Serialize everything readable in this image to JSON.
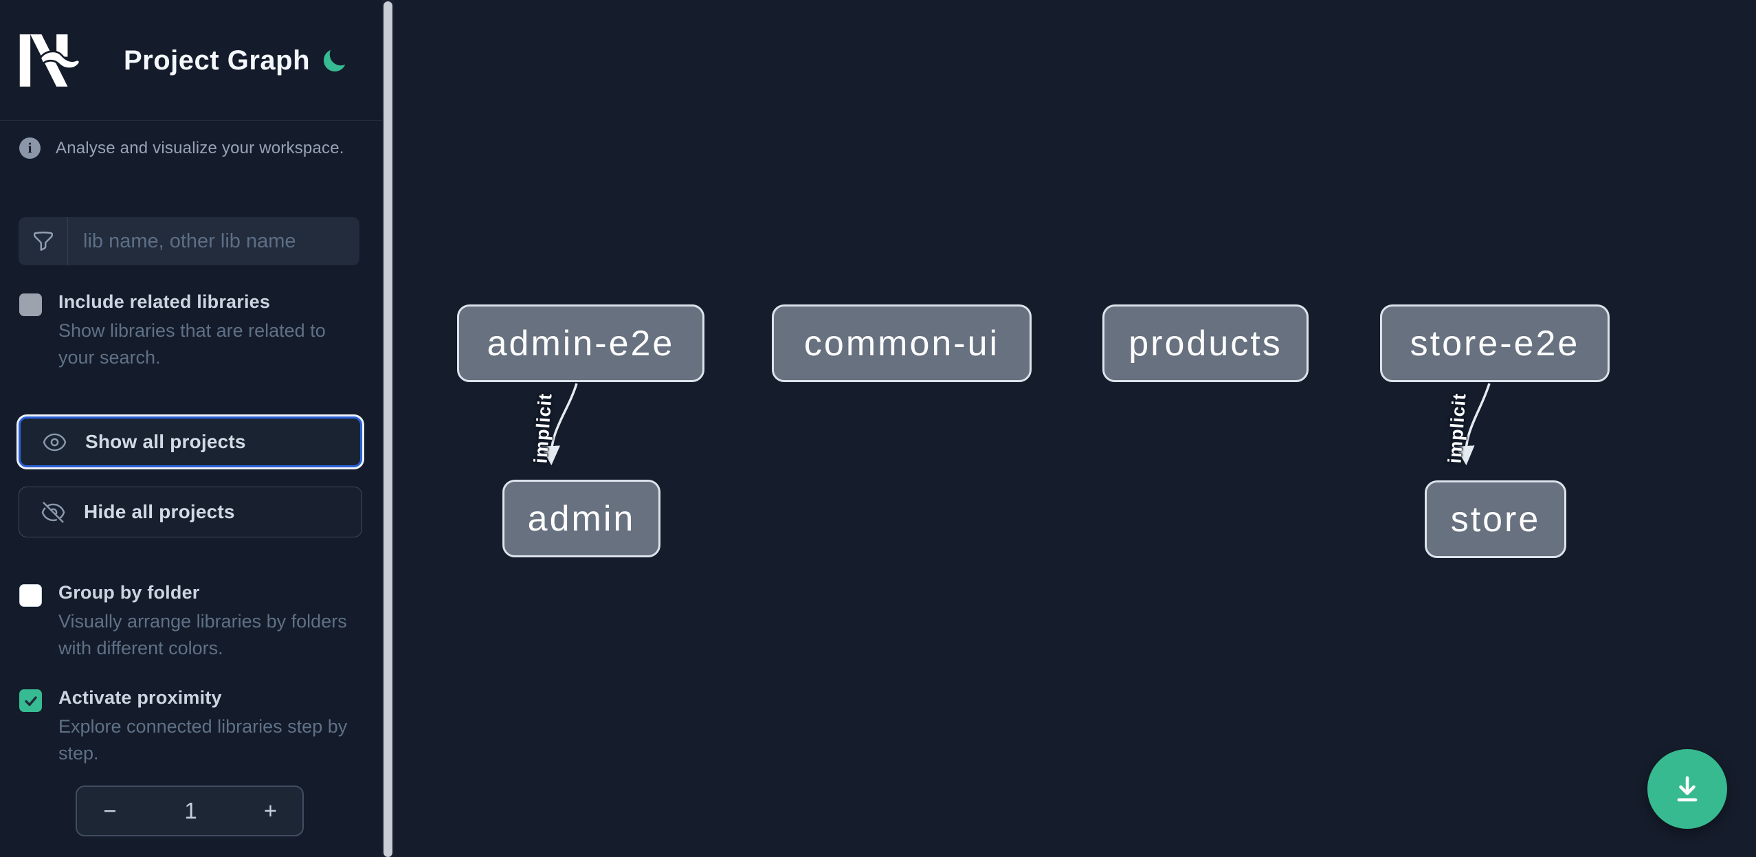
{
  "app": {
    "name": "Nx",
    "title": "Project Graph"
  },
  "colors": {
    "background": "#151c2b",
    "accent_teal": "#36bb92",
    "focus_blue": "#2b62d9",
    "node_fill": "#67717f",
    "node_border": "#dde3eb",
    "muted_text": "#5f7186",
    "label_text": "#cbd5e1"
  },
  "icons": {
    "info_glyph": "i",
    "theme_toggle": "moon-icon",
    "search": "funnel-icon",
    "show": "eye-icon",
    "hide": "eye-slash-icon",
    "fab": "download-icon"
  },
  "header": {
    "title": "Project Graph"
  },
  "sidebar": {
    "tagline": "Analyse and visualize your workspace.",
    "search_placeholder": "lib name, other lib name",
    "include_related": {
      "label": "Include related libraries",
      "description": "Show libraries that are related to your search.",
      "checked": false,
      "enabled": false
    },
    "show_all_label": "Show all projects",
    "hide_all_label": "Hide all projects",
    "group_by_folder": {
      "label": "Group by folder",
      "description": "Visually arrange libraries by folders with different colors.",
      "checked": false
    },
    "activate_proximity": {
      "label": "Activate proximity",
      "description": "Explore connected libraries step by step.",
      "checked": true
    },
    "stepper": {
      "decrement": "−",
      "value": "1",
      "increment": "+"
    }
  },
  "graph": {
    "nodes": [
      {
        "id": "admin-e2e",
        "label": "admin-e2e"
      },
      {
        "id": "common-ui",
        "label": "common-ui"
      },
      {
        "id": "products",
        "label": "products"
      },
      {
        "id": "store-e2e",
        "label": "store-e2e"
      },
      {
        "id": "admin",
        "label": "admin"
      },
      {
        "id": "store",
        "label": "store"
      }
    ],
    "edges": [
      {
        "source": "admin-e2e",
        "target": "admin",
        "type": "implicit",
        "label": "implicit"
      },
      {
        "source": "store-e2e",
        "target": "store",
        "type": "implicit",
        "label": "implicit"
      }
    ]
  }
}
